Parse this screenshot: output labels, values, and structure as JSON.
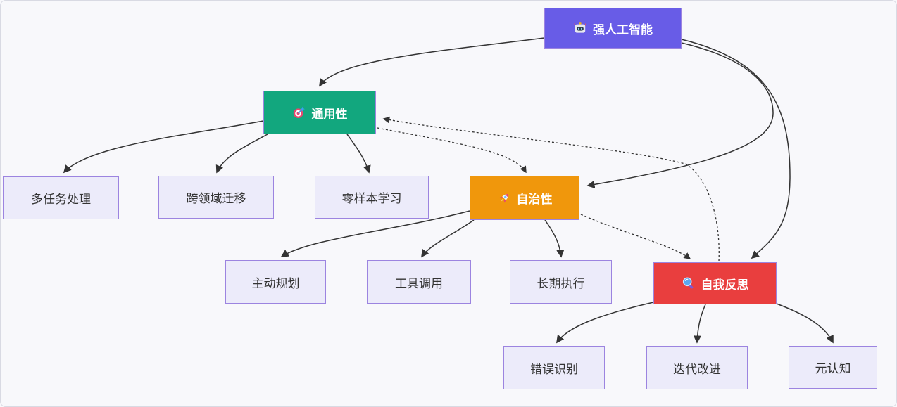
{
  "diagram": {
    "background": "#f8f8fb",
    "edge_color": "#333333",
    "child_box": {
      "background": "#ecebfa",
      "border": "#9c84e0"
    }
  },
  "nodes": {
    "root": {
      "label": "强人工智能",
      "icon": "robot-icon",
      "color": "#685ce7"
    },
    "generality": {
      "label": "通用性",
      "icon": "target-icon",
      "color": "#12a77e"
    },
    "autonomy": {
      "label": "自治性",
      "icon": "rocket-icon",
      "color": "#f0970c"
    },
    "reflection": {
      "label": "自我反思",
      "icon": "magnifier-icon",
      "color": "#e93e3e"
    },
    "multitask": {
      "label": "多任务处理"
    },
    "crossdomain": {
      "label": "跨领域迁移"
    },
    "zeroshot": {
      "label": "零样本学习"
    },
    "planning": {
      "label": "主动规划"
    },
    "tooluse": {
      "label": "工具调用"
    },
    "longterm": {
      "label": "长期执行"
    },
    "error": {
      "label": "错误识别"
    },
    "iterate": {
      "label": "迭代改进"
    },
    "metacog": {
      "label": "元认知"
    }
  },
  "edges": [
    {
      "from": "强人工智能",
      "to": "通用性",
      "style": "solid"
    },
    {
      "from": "强人工智能",
      "to": "自治性",
      "style": "solid"
    },
    {
      "from": "强人工智能",
      "to": "自我反思",
      "style": "solid"
    },
    {
      "from": "通用性",
      "to": "多任务处理",
      "style": "solid"
    },
    {
      "from": "通用性",
      "to": "跨领域迁移",
      "style": "solid"
    },
    {
      "from": "通用性",
      "to": "零样本学习",
      "style": "solid"
    },
    {
      "from": "自治性",
      "to": "主动规划",
      "style": "solid"
    },
    {
      "from": "自治性",
      "to": "工具调用",
      "style": "solid"
    },
    {
      "from": "自治性",
      "to": "长期执行",
      "style": "solid"
    },
    {
      "from": "自我反思",
      "to": "错误识别",
      "style": "solid"
    },
    {
      "from": "自我反思",
      "to": "迭代改进",
      "style": "solid"
    },
    {
      "from": "自我反思",
      "to": "元认知",
      "style": "solid"
    },
    {
      "from": "通用性",
      "to": "自治性",
      "style": "dotted"
    },
    {
      "from": "自治性",
      "to": "自我反思",
      "style": "dotted"
    },
    {
      "from": "自我反思",
      "to": "通用性",
      "style": "dotted"
    }
  ]
}
